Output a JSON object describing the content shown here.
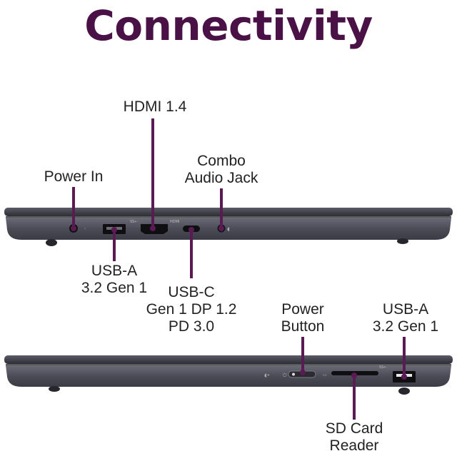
{
  "title": "Connectivity",
  "accent_color": "#5a1a52",
  "laptop_color": "#4b4c57",
  "top_view_labels": {
    "power_in": "Power In",
    "hdmi": "HDMI 1.4",
    "combo_audio": [
      "Combo",
      "Audio Jack"
    ],
    "usb_a": [
      "USB-A",
      "3.2 Gen 1"
    ],
    "usb_c": [
      "USB-C",
      "Gen 1 DP 1.2",
      "PD 3.0"
    ]
  },
  "bottom_view_labels": {
    "power_button": [
      "Power",
      "Button"
    ],
    "usb_a": [
      "USB-A",
      "3.2 Gen 1"
    ],
    "sd_card": [
      "SD Card",
      "Reader"
    ]
  },
  "port_markings": {
    "usb_a_top": "SS←",
    "hdmi_top": "HDMI",
    "usb_a_bottom": "SS←"
  }
}
